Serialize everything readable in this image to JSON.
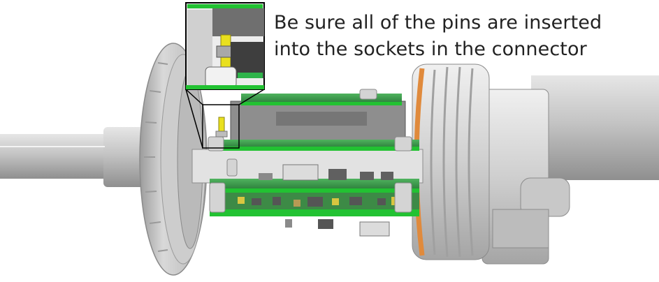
{
  "annotation": {
    "line1": "Be sure all of the pins are inserted",
    "line2": "into the sockets in the connector"
  },
  "colors": {
    "pcb_green": "#2fb34a",
    "pcb_edge": "#22c232",
    "housing_gray": "#c9c9c9",
    "shaft_gray": "#bdbdbd",
    "oring_orange": "#e08a3c",
    "pin_yellow": "#e9e01e",
    "callout_outline": "#000000"
  },
  "icons": [
    "callout-magnifier-box",
    "pin-connector"
  ]
}
